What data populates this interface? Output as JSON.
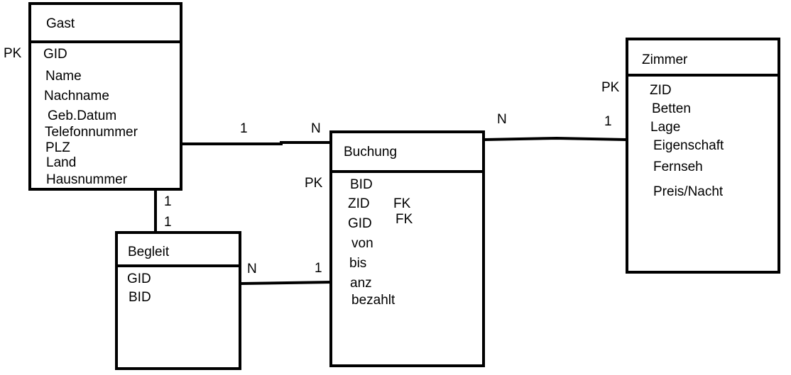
{
  "entities": {
    "gast": {
      "title": "Gast",
      "pk": "PK",
      "attrs": [
        "GID",
        "Name",
        "Nachname",
        "Geb.Datum",
        "Telefonnummer",
        "PLZ",
        "Land",
        "Hausnummer"
      ]
    },
    "buchung": {
      "title": "Buchung",
      "pk": "PK",
      "attrs": [
        "BID",
        "ZID",
        "GID",
        "von",
        "bis",
        "anz",
        "bezahlt"
      ],
      "fk": [
        "FK",
        "FK"
      ]
    },
    "zimmer": {
      "title": "Zimmer",
      "pk": "PK",
      "attrs": [
        "ZID",
        "Betten",
        "Lage",
        "Eigenschaft",
        "Fernseh",
        "Preis/Nacht"
      ]
    },
    "begleit": {
      "title": "Begleit",
      "attrs": [
        "GID",
        "BID"
      ]
    }
  },
  "relations": {
    "gast_buchung": {
      "from": "1",
      "to": "N"
    },
    "buchung_zimmer": {
      "from": "N",
      "to": "1"
    },
    "gast_begleit": {
      "from": "1",
      "to": "1"
    },
    "begleit_buchung": {
      "from": "N",
      "to": "1"
    }
  }
}
